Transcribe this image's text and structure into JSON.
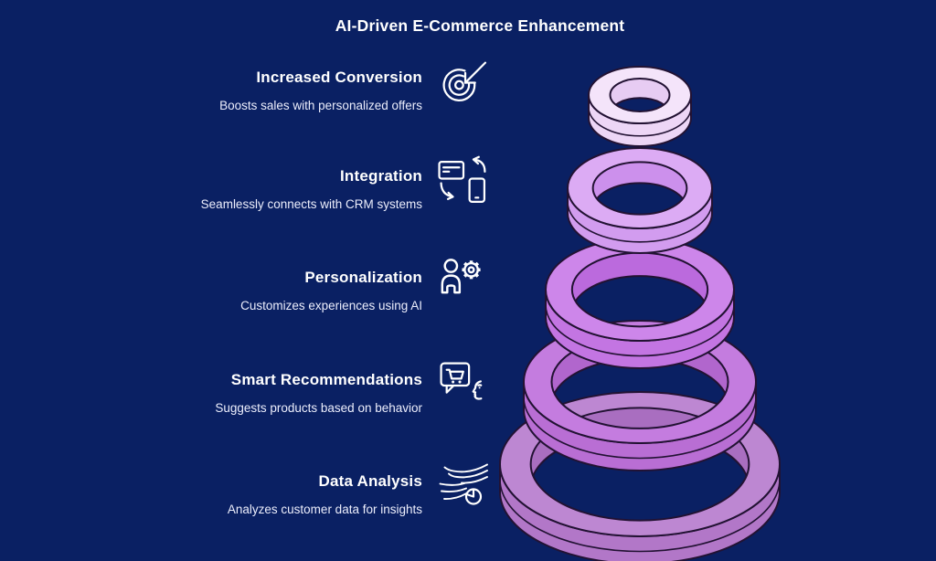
{
  "header": {
    "title": "AI-Driven E-Commerce Enhancement"
  },
  "features": [
    {
      "title": "Increased Conversion",
      "description": "Boosts sales with personalized offers",
      "icon": "target-arrow-icon"
    },
    {
      "title": "Integration",
      "description": "Seamlessly connects with CRM systems",
      "icon": "device-sync-icon"
    },
    {
      "title": "Personalization",
      "description": "Customizes experiences using AI",
      "icon": "user-gear-icon"
    },
    {
      "title": "Smart Recommendations",
      "description": "Suggests products based on behavior",
      "icon": "cart-chat-profile-icon"
    },
    {
      "title": "Data Analysis",
      "description": "Analyzes customer data for insights",
      "icon": "data-flow-pie-icon"
    }
  ],
  "colors": {
    "background": "#0a2063",
    "text_primary": "#ffffff",
    "text_secondary": "#eceefc",
    "icon_stroke": "#ffffff"
  },
  "tower": {
    "description": "Stack of five 3D rings, smallest and lightest at top, largest at bottom",
    "outline": "#221233",
    "rings_top_to_bottom": [
      {
        "level": 1,
        "top": "#f4e4fa",
        "side": "#edd6f6",
        "inner": "#e7ccf3"
      },
      {
        "level": 2,
        "top": "#dcabf4",
        "side": "#d29cef",
        "inner": "#cc90ec"
      },
      {
        "level": 3,
        "top": "#cd86ea",
        "side": "#c375e2",
        "inner": "#bb6add"
      },
      {
        "level": 4,
        "top": "#c47cdf",
        "side": "#b96ed4",
        "inner": "#b166cd"
      },
      {
        "level": 5,
        "top": "#bd87d2",
        "side": "#b277c8",
        "inner": "#a96ec0"
      }
    ]
  }
}
